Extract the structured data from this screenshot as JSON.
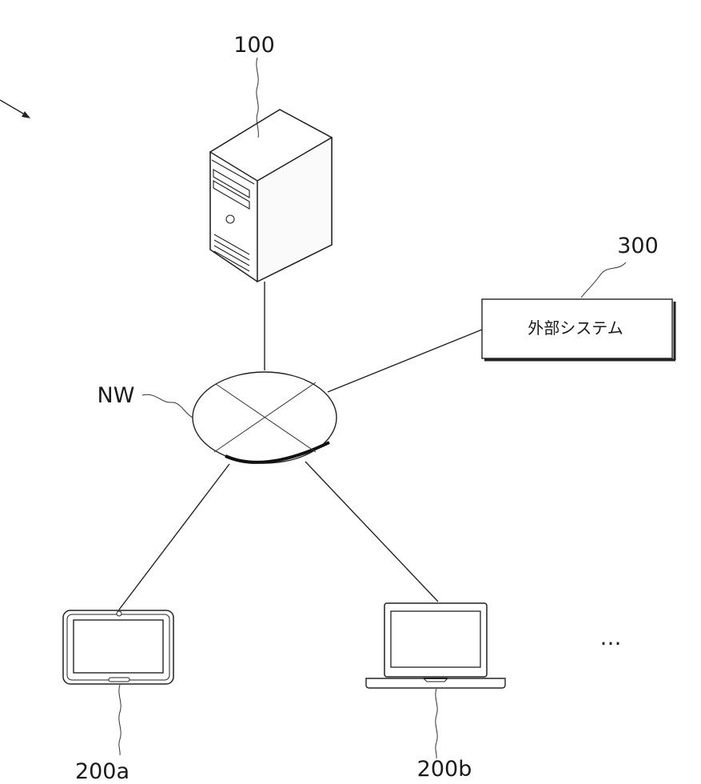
{
  "labels": {
    "server": "100",
    "external_ref": "300",
    "external_system": "外部システム",
    "network": "NW",
    "tablet": "200a",
    "laptop": "200b",
    "ellipsis": "…"
  },
  "icons": {
    "server": "server-tower-icon",
    "network": "network-cloud-icon",
    "tablet": "tablet-device-icon",
    "laptop": "laptop-device-icon",
    "pointer": "reference-arrow-icon"
  }
}
